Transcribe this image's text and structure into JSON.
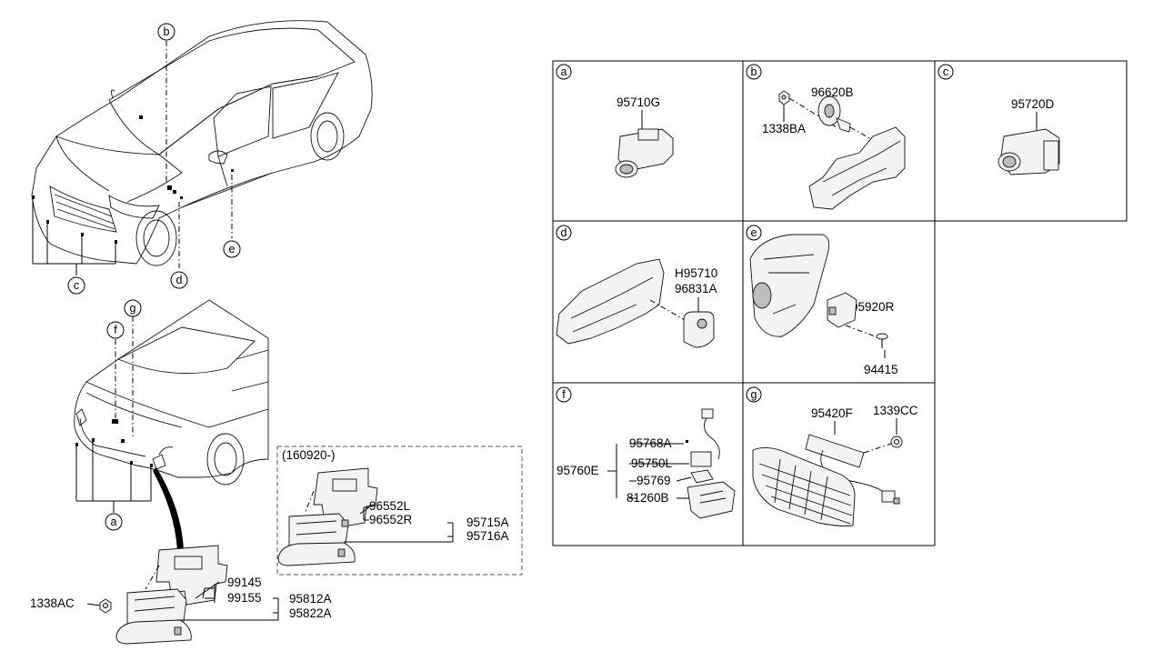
{
  "callouts": {
    "a": "a",
    "b": "b",
    "c": "c",
    "d": "d",
    "e": "e",
    "f": "f",
    "g": "g"
  },
  "parts": {
    "p_95710G": "95710G",
    "p_96620B": "96620B",
    "p_1338BA": "1338BA",
    "p_95720D": "95720D",
    "p_H95710": "H95710",
    "p_96831A": "96831A",
    "p_95920R": "95920R",
    "p_94415": "94415",
    "p_95768A": "95768A",
    "p_95750L": "95750L",
    "p_95760E": "95760E",
    "p_95769": "95769",
    "p_81260B": "81260B",
    "p_95420F": "95420F",
    "p_1339CC": "1339CC",
    "p_96552L": "96552L",
    "p_96552R": "96552R",
    "p_95715A": "95715A",
    "p_95716A": "95716A",
    "p_99145": "99145",
    "p_99155": "99155",
    "p_95812A": "95812A",
    "p_95822A": "95822A",
    "p_1338AC": "1338AC"
  },
  "date_note": "(160920-)"
}
